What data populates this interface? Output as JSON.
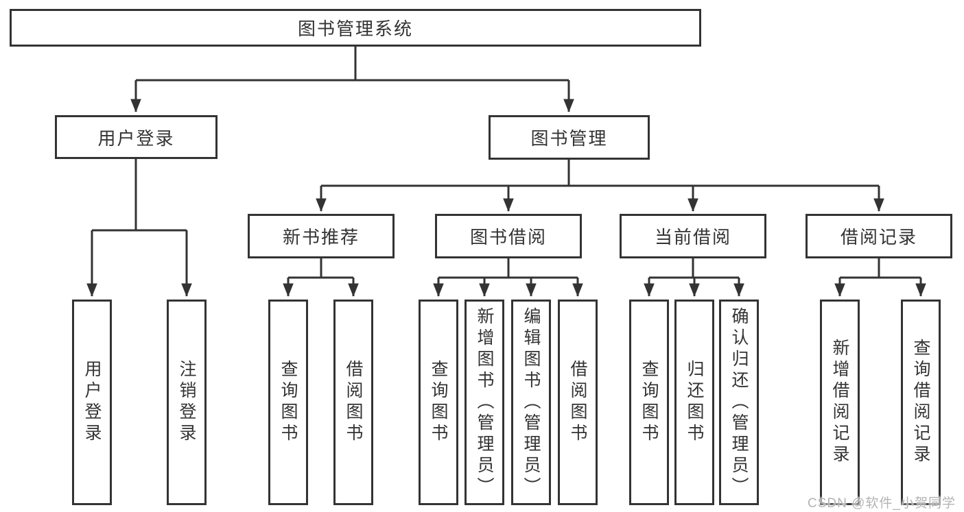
{
  "colors": {
    "line": "#333333",
    "box_border": "#333333",
    "text": "#333333",
    "watermark": "#b3b3b3",
    "background": "#ffffff"
  },
  "watermark": {
    "text": "CSDN @软件_小贺同学"
  },
  "diagram": {
    "type": "hierarchy-tree",
    "title": "图书管理系统",
    "nodes": {
      "root": {
        "label": "图书管理系统",
        "children": [
          "user_login",
          "book_mgmt"
        ]
      },
      "user_login": {
        "label": "用户登录",
        "children": [
          "leaf_user_login",
          "leaf_logout"
        ]
      },
      "book_mgmt": {
        "label": "图书管理",
        "children": [
          "new_book_rec",
          "book_borrow",
          "current_borrow",
          "borrow_records"
        ]
      },
      "new_book_rec": {
        "label": "新书推荐",
        "children": [
          "leaf_query_book_1",
          "leaf_borrow_book_1"
        ]
      },
      "book_borrow": {
        "label": "图书借阅",
        "children": [
          "leaf_query_book_2",
          "leaf_add_book",
          "leaf_edit_book",
          "leaf_borrow_book_2"
        ]
      },
      "current_borrow": {
        "label": "当前借阅",
        "children": [
          "leaf_query_book_3",
          "leaf_return_book",
          "leaf_confirm_return"
        ]
      },
      "borrow_records": {
        "label": "借阅记录",
        "children": [
          "leaf_add_borrow_record",
          "leaf_query_borrow_record"
        ]
      },
      "leaf_user_login": {
        "label": "用户登录"
      },
      "leaf_logout": {
        "label": "注销登录"
      },
      "leaf_query_book_1": {
        "label": "查询图书"
      },
      "leaf_borrow_book_1": {
        "label": "借阅图书"
      },
      "leaf_query_book_2": {
        "label": "查询图书"
      },
      "leaf_add_book": {
        "label": "新增图书（管理员）"
      },
      "leaf_edit_book": {
        "label": "编辑图书（管理员）"
      },
      "leaf_borrow_book_2": {
        "label": "借阅图书"
      },
      "leaf_query_book_3": {
        "label": "查询图书"
      },
      "leaf_return_book": {
        "label": "归还图书"
      },
      "leaf_confirm_return": {
        "label": "确认归还（管理员）"
      },
      "leaf_add_borrow_record": {
        "label": "新增借阅记录"
      },
      "leaf_query_borrow_record": {
        "label": "查询借阅记录"
      }
    }
  }
}
